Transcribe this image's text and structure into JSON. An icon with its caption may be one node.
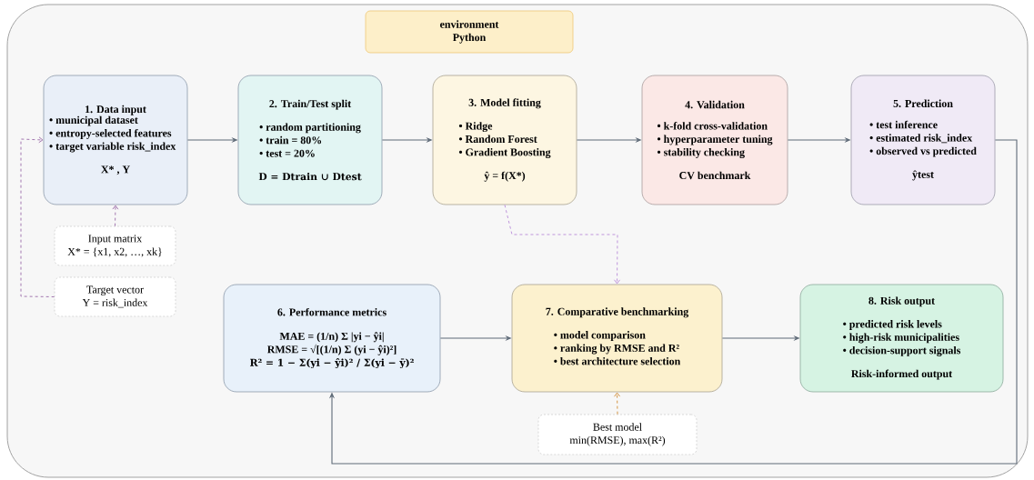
{
  "diagram": {
    "nodes": [
      {
        "text": [
          "environment",
          "Python"
        ]
      },
      {
        "text": [
          "1. Data input",
          "• municipal dataset",
          "• entropy-selected features",
          "• target variable risk_index",
          "X* , Y"
        ]
      },
      {
        "text": [
          "2. Train/Test split",
          "• random partitioning",
          "• train = 80%",
          "• test = 20%",
          "D = Dtrain ∪ Dtest"
        ]
      },
      {
        "text": [
          "3. Model fitting",
          "• Ridge",
          "• Random Forest",
          "• Gradient Boosting",
          "ŷ = f(X*)"
        ]
      },
      {
        "text": [
          "4. Validation",
          "• k-fold cross-validation",
          "• hyperparameter tuning",
          "• stability checking",
          "CV benchmark"
        ]
      },
      {
        "text": [
          "5. Prediction",
          "• test inference",
          "• estimated risk_index",
          "• observed vs predicted",
          "ŷtest"
        ]
      },
      {
        "text": [
          "Input matrix",
          "X* = {x1, x2, …, xk}"
        ]
      },
      {
        "text": [
          "Target vector",
          "Y = risk_index"
        ]
      },
      {
        "text": [
          "6. Performance metrics",
          "MAE = (1/n) Σ |yi − ŷi|",
          "RMSE = √[(1/n) Σ (yi − ŷi)²]",
          "R² = 1 − Σ(yi − ŷi)² / Σ(yi − ȳ)²"
        ]
      },
      {
        "text": [
          "7. Comparative benchmarking",
          "• model comparison",
          "• ranking by RMSE and R²",
          "• best architecture selection"
        ]
      },
      {
        "text": [
          "8. Risk output",
          "• predicted risk levels",
          "• high-risk municipalities",
          "• decision-support signals",
          "Risk-informed output"
        ]
      },
      {
        "text": [
          "Best model",
          "min(RMSE), max(R²)"
        ]
      }
    ],
    "edges": [
      {
        "from": 1,
        "to": 2,
        "arrow": "to"
      },
      {
        "from": 2,
        "to": 3,
        "arrow": "to"
      },
      {
        "from": 3,
        "to": 4,
        "arrow": "to"
      },
      {
        "from": 4,
        "to": 5,
        "arrow": "to"
      },
      {
        "from": 5,
        "to": 8,
        "arrow": "to"
      },
      {
        "from": 8,
        "to": 9,
        "arrow": "to"
      },
      {
        "from": 9,
        "to": 10,
        "arrow": "to"
      },
      {
        "from": 6,
        "to": 1,
        "arrow": "to",
        "style": "dashed",
        "color": "#9a6aa8"
      },
      {
        "from": 7,
        "to": 1,
        "arrow": "to",
        "style": "dashed",
        "color": "#9a6aa8"
      },
      {
        "from": 3,
        "to": 9,
        "arrow": "to",
        "style": "dashed",
        "color": "#b88ad8"
      },
      {
        "from": 11,
        "to": 9,
        "arrow": "to",
        "style": "dashed",
        "color": "#d08a30"
      }
    ]
  }
}
